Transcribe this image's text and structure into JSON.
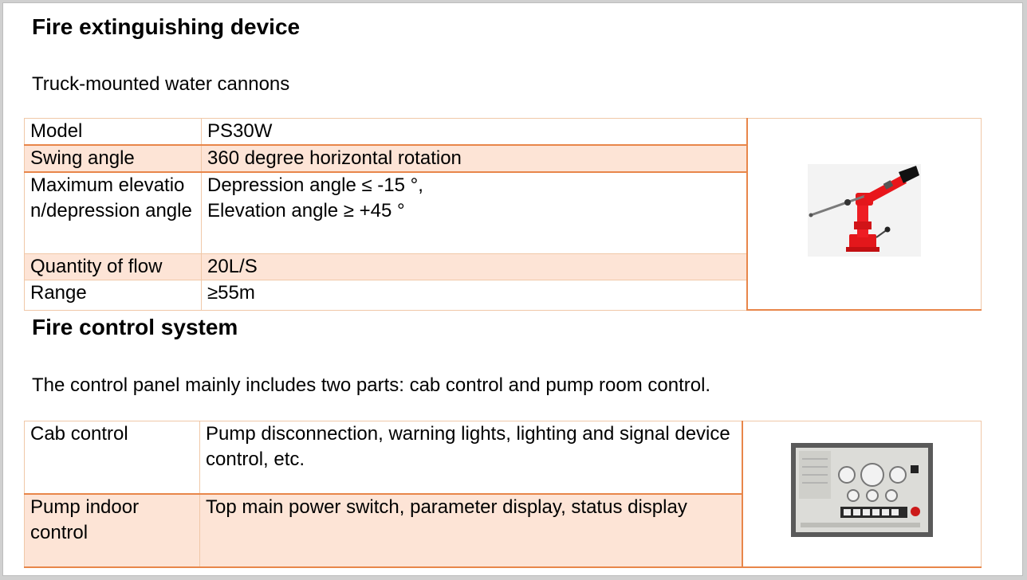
{
  "section1": {
    "heading": "Fire extinguishing device",
    "subtitle": "Truck-mounted water cannons",
    "rows": [
      {
        "label": "Model",
        "value": "PS30W"
      },
      {
        "label": "Swing angle",
        "value": "360 degree horizontal rotation"
      },
      {
        "label": "Maximum elevation/depression angle",
        "value": "Depression angle ≤ -15 °,\nElevation angle ≥ +45 °"
      },
      {
        "label": "Quantity of flow",
        "value": "20L/S"
      },
      {
        "label": "Range",
        "value": "≥55m"
      }
    ]
  },
  "section2": {
    "heading": "Fire control system",
    "subtitle": "The control panel mainly includes two parts: cab control and pump room control.",
    "rows": [
      {
        "label": "Cab control",
        "value": "Pump disconnection, warning lights, lighting and signal device control, etc."
      },
      {
        "label": "Pump indoor control",
        "value": "Top main power switch, parameter display, status display"
      }
    ]
  },
  "colors": {
    "row_shade": "#fde4d6",
    "border_light": "#f0c8a8",
    "border_accent": "#e8864a"
  }
}
